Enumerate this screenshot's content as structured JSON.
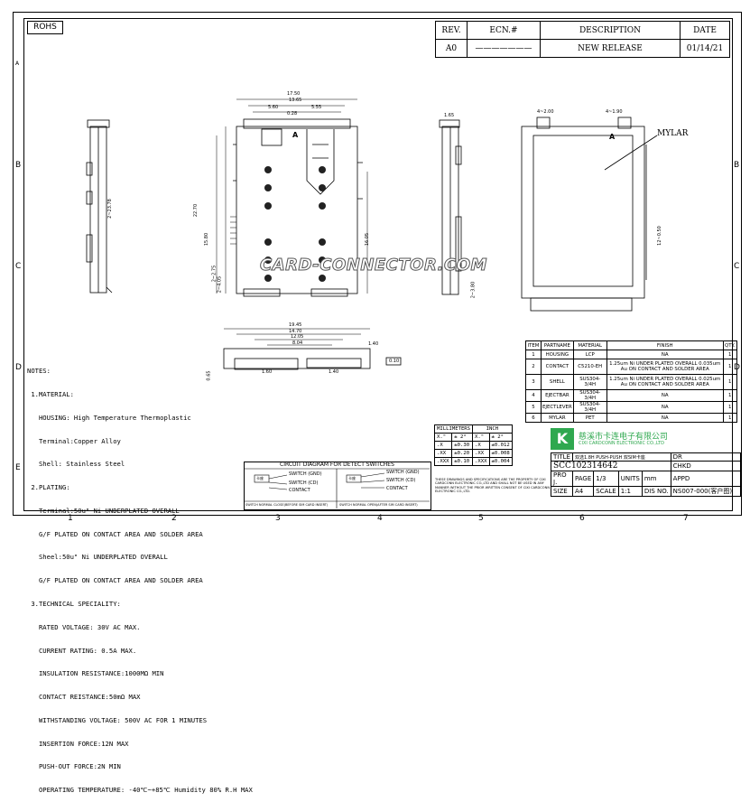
{
  "rohs": "ROHS",
  "grid": {
    "cols_top": [
      "1",
      "2",
      "3",
      "4",
      "5",
      "6",
      "7"
    ],
    "rows": [
      "A",
      "B",
      "C",
      "D",
      "E"
    ]
  },
  "revision": {
    "headers": [
      "REV.",
      "ECN.#",
      "DESCRIPTION",
      "DATE"
    ],
    "row": {
      "rev": "A0",
      "ecn": "———————",
      "desc": "NEW RELEASE",
      "date": "01/14/21"
    }
  },
  "labels": {
    "mylar": "MYLAR",
    "a_left": "A",
    "a_right": "A"
  },
  "watermark": "CARD-CONNECTOR.COM",
  "dimensions": {
    "top_17_50": "17.50",
    "top_13_65": "13.65",
    "top_5_60": "5.60",
    "top_5_55": "5.55",
    "top_0_28": "0.28",
    "left_22_70": "22.70",
    "left_15_80": "15.80",
    "left_16_05": "16.05",
    "left_2_75": "2~2.75",
    "left_4_05": "2~4.05",
    "side_1_65": "1.65",
    "side_23_78": "2~23.78",
    "side_3_80": "2~3.80",
    "right_4_2_00": "4~2.00",
    "right_4_1_90": "4~1.90",
    "right_12_50": "12~0.50",
    "bot_19_45": "19.45",
    "bot_14_70": "14.70",
    "bot_12_05": "12.05",
    "bot_8_04": "8.04",
    "bot_1_40": "1.40",
    "bot_1_40b": "1.40",
    "bot_1_60": "1.60",
    "bot_0_10": "0.10",
    "bot_0_65": "0.65"
  },
  "notes": [
    "NOTES:",
    " 1.MATERIAL:",
    "   HOUSING: High Temperature Thermoplastic",
    "   Terminal:Copper Alloy",
    "   Shell: Stainless Steel",
    " 2.PLATING:",
    "   Terminal:50u\" Ni UNDERPLATED OVERALL",
    "   G/F PLATED ON CONTACT AREA AND SOLDER AREA",
    "   Sheel:50u\" Ni UNDERPLATED OVERALL",
    "   G/F PLATED ON CONTACT AREA AND SOLDER AREA",
    " 3.TECHNICAL SPECIALITY:",
    "   RATED VOLTAGE: 30V AC MAX.",
    "   CURRENT RATING: 0.5A MAX.",
    "   INSULATION RESISTANCE:1000MΩ MIN",
    "   CONTACT REISTANCE:50mΩ MAX",
    "   WITHSTANDING VOLTAGE: 500V AC FOR 1 MINUTES",
    "   INSERTION FORCE:12N MAX",
    "   PUSH-OUT FORCE:2N MIN",
    "   OPERATING TEMPERATURE: -40℃~+85℃ Humidity 80% R.H MAX"
  ],
  "bom": {
    "headers": [
      "ITEM",
      "PARTNAME",
      "MATERIAL",
      "FINISH",
      "QTY."
    ],
    "rows": [
      [
        "1",
        "HOUSING",
        "LCP",
        "NA",
        "1"
      ],
      [
        "2",
        "CONTACT",
        "C5210-EH",
        "1.25um Ni UNDER PLATED OVERALL 0.035um Au ON CONTACT AND SOLDER AREA",
        "1"
      ],
      [
        "3",
        "SHELL",
        "SUS304-3/4H",
        "1.25um Ni UNDER PLATED OVERALL 0.025um Au ON CONTACT AND SOLDER AREA",
        "1"
      ],
      [
        "4",
        "EJECTBAR",
        "SUS304-3/4H",
        "NA",
        "1"
      ],
      [
        "5",
        "EJECTLEVER",
        "SUS304-3/4H",
        "NA",
        "1"
      ],
      [
        "6",
        "MYLAR",
        "PET",
        "NA",
        "1"
      ]
    ]
  },
  "tolerance": {
    "mm_header": "MILLIMETERS",
    "inch_header": "INCH",
    "rows": [
      [
        "X.\"",
        "± 2°",
        "X.\"",
        "± 2°"
      ],
      [
        ".X",
        "±0.30",
        ".X",
        "±0.012"
      ],
      [
        ".XX",
        "±0.20",
        ".XX",
        "±0.008"
      ],
      [
        ".XXX",
        "±0.10",
        ".XXX",
        "±0.004"
      ]
    ]
  },
  "company": {
    "cn": "慈溪市卡连电子有限公司",
    "en": "CIXI CARDCONN ELECTRONIC CO.,LTD"
  },
  "small_note": "THESE DRAWINGS AND SPECIFICATIONS ARE THE PROPERTY OF CIXI CARDCONN ELECTRONIC CO.,LTD AND SHALL NOT BE USED IN ANY MANNER WITHOUT THE PRIOR WRITTEN CONSENT OF CIXI CARDCONN ELECTRONIC CO.,LTD.",
  "title_block": {
    "title_label": "TITLE",
    "title_value": "双选1.8H PUSH-PUSH 双SIM卡座",
    "dr": "DR",
    "part_no": "SCC102314642",
    "chkd": "CHKD",
    "proj": "PRO J.",
    "page_label": "PAGE",
    "page_value": "1/3",
    "units_label": "UNITS",
    "units_value": "mm",
    "appd": "APPD",
    "size_label": "SIZE",
    "size_value": "A4",
    "scale_label": "SCALE",
    "scale_value": "1:1",
    "dis_label": "DIS NO.",
    "dis_value": "NS007-000(客户图)"
  },
  "circuit": {
    "title": "CIRCUIT DIAGRAM FOR DETECT SWITCHES",
    "left": {
      "sw_gnd": "SWITCH (GND)",
      "sw_cd": "SWITCH (CD)",
      "contact": "CONTACT",
      "caption": "SWITCH NORMAL CLOSE(BEFORE SIM CARD INSERT)",
      "tag": "卡座"
    },
    "right": {
      "sw_gnd": "SWITCH (GND)",
      "sw_cd": "SWITCH (CD)",
      "contact": "CONTACT",
      "caption": "SWITCH NORMAL OPEN(AFTER SIM CARD INSERT)",
      "tag": "卡座"
    }
  }
}
